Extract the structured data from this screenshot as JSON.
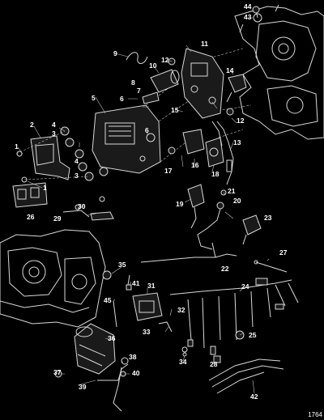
{
  "figure_id": "1764",
  "callouts": [
    {
      "id": "c1a",
      "text": "1"
    },
    {
      "id": "c1b",
      "text": "1"
    },
    {
      "id": "c2",
      "text": "2"
    },
    {
      "id": "c3a",
      "text": "3"
    },
    {
      "id": "c3b",
      "text": "3"
    },
    {
      "id": "c4a",
      "text": "4"
    },
    {
      "id": "c4b",
      "text": "4"
    },
    {
      "id": "c5",
      "text": "5"
    },
    {
      "id": "c6a",
      "text": "6"
    },
    {
      "id": "c6b",
      "text": "6"
    },
    {
      "id": "c7",
      "text": "7"
    },
    {
      "id": "c8",
      "text": "8"
    },
    {
      "id": "c9",
      "text": "9"
    },
    {
      "id": "c10",
      "text": "10"
    },
    {
      "id": "c11",
      "text": "11"
    },
    {
      "id": "c12a",
      "text": "12"
    },
    {
      "id": "c12b",
      "text": "12"
    },
    {
      "id": "c13",
      "text": "13"
    },
    {
      "id": "c14",
      "text": "14"
    },
    {
      "id": "c15",
      "text": "15"
    },
    {
      "id": "c16",
      "text": "16"
    },
    {
      "id": "c17",
      "text": "17"
    },
    {
      "id": "c18",
      "text": "18"
    },
    {
      "id": "c19",
      "text": "19"
    },
    {
      "id": "c20",
      "text": "20"
    },
    {
      "id": "c21",
      "text": "21"
    },
    {
      "id": "c22",
      "text": "22"
    },
    {
      "id": "c23",
      "text": "23"
    },
    {
      "id": "c24",
      "text": "24"
    },
    {
      "id": "c25",
      "text": "25"
    },
    {
      "id": "c26",
      "text": "26"
    },
    {
      "id": "c27",
      "text": "27"
    },
    {
      "id": "c28",
      "text": "28"
    },
    {
      "id": "c29",
      "text": "29"
    },
    {
      "id": "c30",
      "text": "30"
    },
    {
      "id": "c31",
      "text": "31"
    },
    {
      "id": "c32",
      "text": "32"
    },
    {
      "id": "c33",
      "text": "33"
    },
    {
      "id": "c34",
      "text": "34"
    },
    {
      "id": "c35",
      "text": "35"
    },
    {
      "id": "c36",
      "text": "36"
    },
    {
      "id": "c37",
      "text": "37"
    },
    {
      "id": "c38",
      "text": "38"
    },
    {
      "id": "c39",
      "text": "39"
    },
    {
      "id": "c40",
      "text": "40"
    },
    {
      "id": "c41",
      "text": "41"
    },
    {
      "id": "c42",
      "text": "42"
    },
    {
      "id": "c43",
      "text": "43"
    },
    {
      "id": "c44",
      "text": "44"
    },
    {
      "id": "c45",
      "text": "45"
    }
  ]
}
